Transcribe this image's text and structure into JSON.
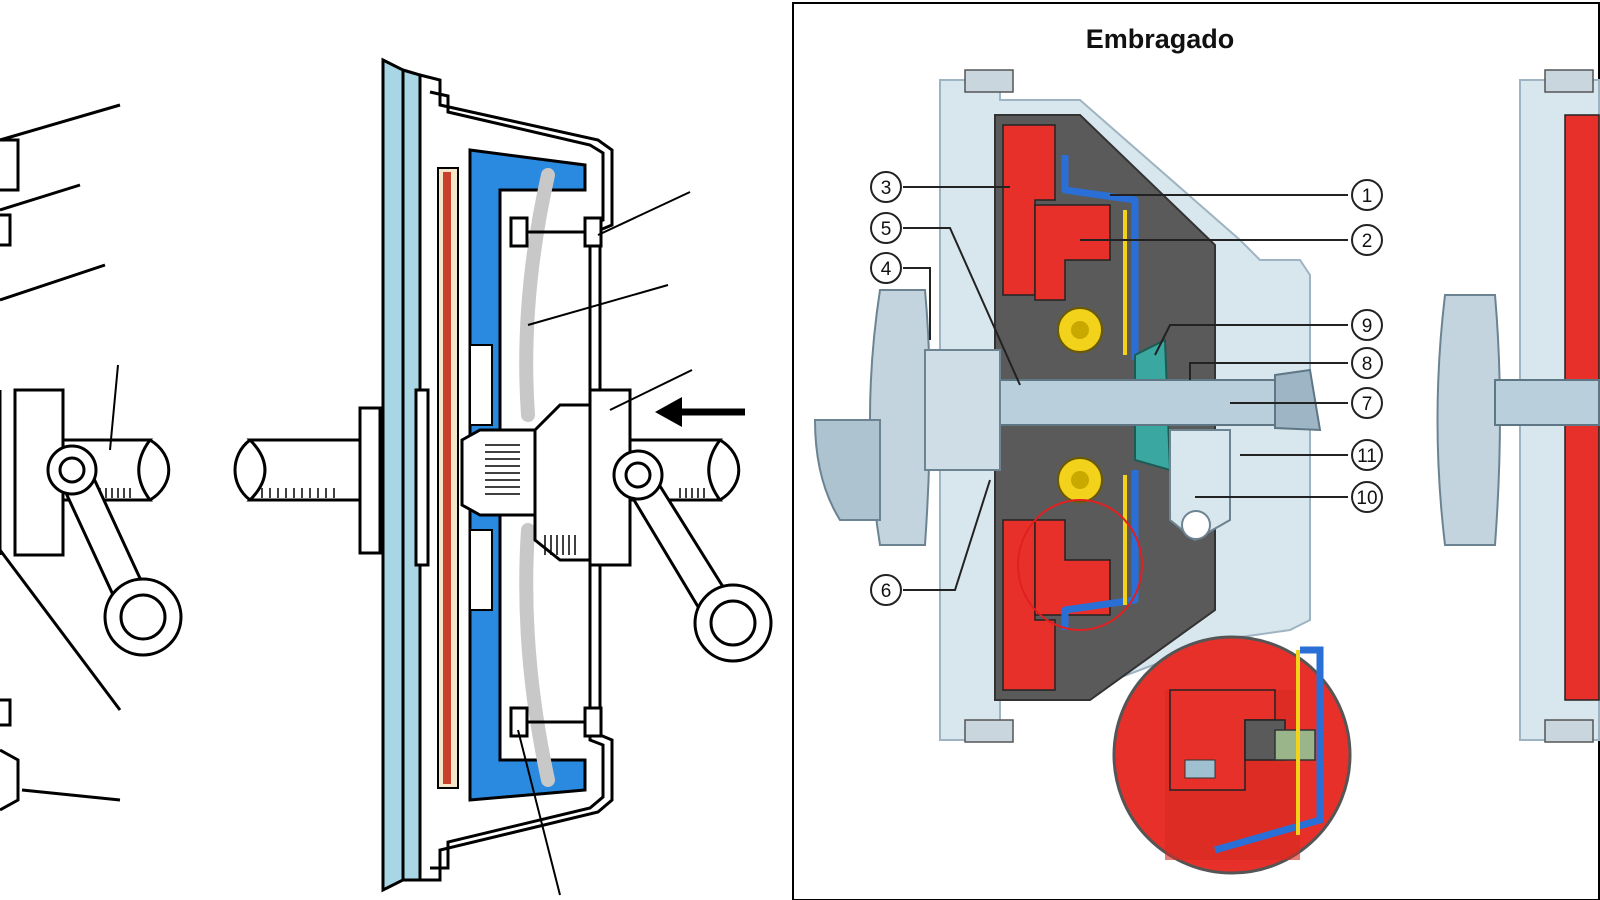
{
  "title": "Embragado",
  "callouts": [
    {
      "label": "1"
    },
    {
      "label": "2"
    },
    {
      "label": "3"
    },
    {
      "label": "4"
    },
    {
      "label": "5"
    },
    {
      "label": "6"
    },
    {
      "label": "7"
    },
    {
      "label": "8"
    },
    {
      "label": "9"
    },
    {
      "label": "10"
    },
    {
      "label": "11"
    }
  ],
  "colors": {
    "pressure_plate": "#e8302a",
    "diaphragm": "#2a6fd6",
    "flywheel": "#a9d6e5",
    "housing": "#5a5a5a",
    "friction_lining": "#c8402a",
    "bearing": "#f2d21b"
  }
}
